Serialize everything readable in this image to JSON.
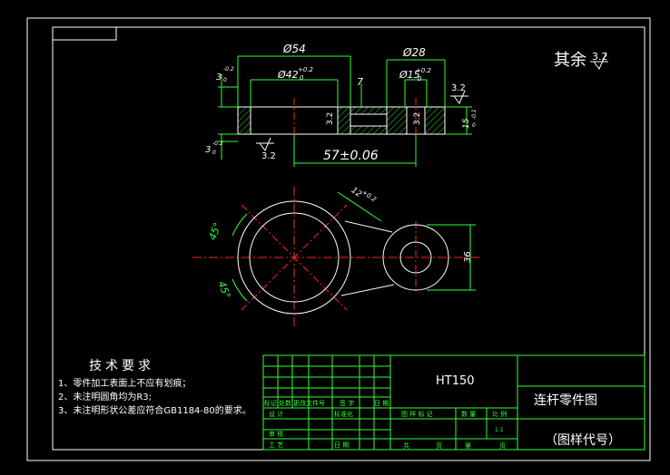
{
  "colors": {
    "background": "#000000",
    "outline": "#ffffff",
    "dimension": "#33ff33",
    "centerline": "#ff2222",
    "hatch": "#33cc33"
  },
  "dimensions": {
    "d54": "Ø54",
    "d42": "Ø42",
    "d42_tol": "+0.2",
    "d42_tol0": "0",
    "d28": "Ø28",
    "d15": "Ø15",
    "d15_tol": "+0.2",
    "d15_tol0": "0",
    "h3_top": "3",
    "h3_top_tol": "-0.2",
    "h3_top_tol0": "0",
    "h3_bot": "3",
    "h3_bot_tol": "-0.2",
    "h3_bot_tol0": "0",
    "seven": "7",
    "h15": "15",
    "h15_tol": "-0.1",
    "h15_tol0": "0",
    "center_dist": "57±0.06",
    "r36": "36",
    "r12": "12",
    "r12_tol": "+0.2",
    "ang1": "45°",
    "ang2": "45°"
  },
  "roughness": {
    "rest_label": "其余",
    "rest_value": "3.2",
    "r_top": "3.2",
    "r_bot": "3.2",
    "r_inner1": "3.2",
    "r_inner2": "3.2"
  },
  "tech": {
    "title": "技术要求",
    "items": [
      "1、零件加工表面上不应有划痕；",
      "2、未注明圆角均为R3;",
      "3、未注明形状公差应符合GB1184-80的要求。"
    ]
  },
  "titleblock": {
    "material": "HT150",
    "part_name": "连杆零件图",
    "drawing_code": "（图样代号）",
    "row_headers": [
      "标记",
      "处数",
      "更改文件号",
      "签 字",
      "日 期"
    ],
    "design": "设 计",
    "standardize": "标准化",
    "review": "审 核",
    "process": "工 艺",
    "date": "日 期",
    "stage_mark": "图 样 标 记",
    "weight": "数 量",
    "scale": "比 例",
    "scale_value": "1:1",
    "sheets_total": "共",
    "sheet_label": "页",
    "sheet_no": "第",
    "sheet_label2": "页"
  }
}
